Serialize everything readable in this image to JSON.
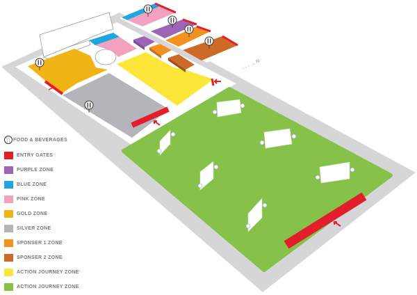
{
  "compass": {
    "arrow": "- - - →",
    "label": "N"
  },
  "legend": [
    {
      "label": "FOOD & BEVERAGES",
      "icon": "fork-knife-icon"
    },
    {
      "label": "ENTRY GATES",
      "color": "#e31e2b"
    },
    {
      "label": "PURPLE ZONE",
      "color": "#9e63b5"
    },
    {
      "label": "BLUE ZONE",
      "color": "#1fa6e0"
    },
    {
      "label": "PINK ZONE",
      "color": "#f2a2c0"
    },
    {
      "label": "GOLD ZONE",
      "color": "#f0b416"
    },
    {
      "label": "SILVER ZONE",
      "color": "#b3b5ba"
    },
    {
      "label": "SPONSER 1 ZONE",
      "color": "#f2911f"
    },
    {
      "label": "SPONSER 2 ZONE",
      "color": "#cd6a28"
    },
    {
      "label": "ACTION JOURNEY ZONE",
      "color": "#fde63a"
    },
    {
      "label": "ACTION JOURNEY ZONE",
      "color": "#86c24a"
    }
  ]
}
